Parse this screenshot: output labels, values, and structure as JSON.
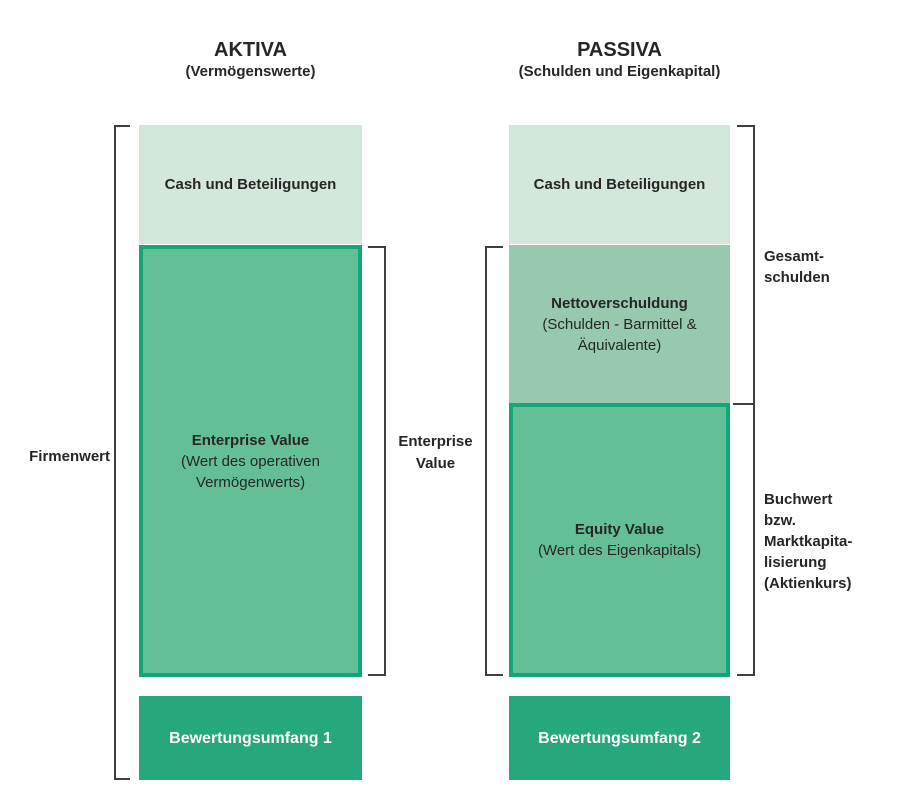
{
  "titles": {
    "left": {
      "main": "AKTIVA",
      "sub": "(Vermögenswerte)"
    },
    "right": {
      "main": "PASSIVA",
      "sub": "(Schulden und Eigenkapital)"
    }
  },
  "boxes": {
    "left_cash": {
      "label": "Cash und Beteiligungen"
    },
    "left_ev": {
      "title": "Enterprise Value",
      "sub1": "(Wert des operativen",
      "sub2": "Vermögenwerts)"
    },
    "left_scope": {
      "label": "Bewertungsumfang 1"
    },
    "right_cash": {
      "label": "Cash und Beteiligungen"
    },
    "right_netto": {
      "title": "Nettoverschuldung",
      "sub1": "(Schulden - Barmittel &",
      "sub2": "Äquivalente)"
    },
    "right_equity": {
      "title": "Equity Value",
      "sub1": "(Wert des Eigenkapitals)"
    },
    "right_scope": {
      "label": "Bewertungsumfang 2"
    }
  },
  "bracket_labels": {
    "firmenwert": "Firmenwert",
    "enterprise_value": {
      "l1": "Enterprise",
      "l2": "Value"
    },
    "gesamtschulden": {
      "l1": "Gesamt-",
      "l2": "schulden"
    },
    "buchwert": {
      "l1": "Buchwert",
      "l2": "bzw.",
      "l3": "Marktkapita-",
      "l4": "lisierung",
      "l5": "(Aktienkurs)"
    }
  },
  "colors": {
    "light_green": "#d3e7da",
    "sage_green": "#97c9ae",
    "medium_green": "#64bf96",
    "border_green": "#13a678",
    "dark_green": "#26a87c",
    "bracket_line": "#3f3f3f",
    "text_dark": "#262626",
    "text_white": "#ffffff"
  }
}
